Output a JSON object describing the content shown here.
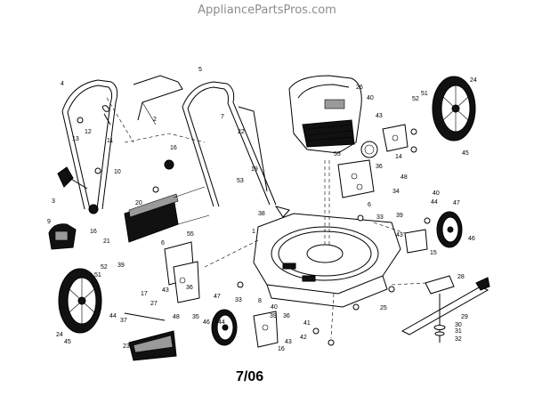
{
  "watermark": "AppliancePartsPros.com",
  "date_code": "7/06",
  "part_labels": [
    "1",
    "2",
    "3",
    "4",
    "5",
    "6",
    "6",
    "7",
    "8",
    "9",
    "10",
    "11",
    "12",
    "13",
    "14",
    "15",
    "16",
    "16",
    "16",
    "17",
    "19",
    "20",
    "21",
    "22",
    "23",
    "24",
    "24",
    "25",
    "26",
    "27",
    "28",
    "29",
    "30",
    "31",
    "32",
    "33",
    "33",
    "34",
    "35",
    "36",
    "36",
    "36",
    "37",
    "38",
    "39",
    "39",
    "39",
    "40",
    "40",
    "40",
    "41",
    "42",
    "43",
    "43",
    "43",
    "43",
    "44",
    "44",
    "44",
    "45",
    "45",
    "46",
    "46",
    "47",
    "47",
    "48",
    "48",
    "51",
    "51",
    "52",
    "52",
    "53",
    "55",
    "55"
  ]
}
